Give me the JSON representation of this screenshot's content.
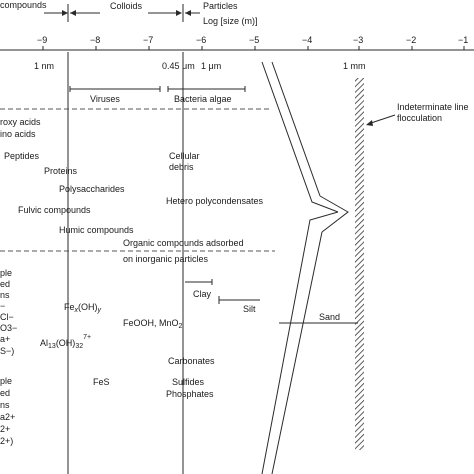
{
  "header": {
    "compounds": "compounds",
    "colloids": "Colloids",
    "particles": "Particles",
    "axis_title": "Log [size (m)]",
    "ticks": [
      "−9",
      "−8",
      "−7",
      "−6",
      "−5",
      "−4",
      "−3",
      "−2",
      "−1"
    ],
    "size_1nm": "1 nm",
    "size_045um": "0.45 μm",
    "size_1um": "1 μm",
    "size_1mm": "1 mm"
  },
  "ranges": {
    "viruses": "Viruses",
    "bacteria_algae": "Bacteria algae",
    "clay": "Clay",
    "silt": "Silt",
    "sand": "Sand"
  },
  "indeterminate": {
    "line1": "Indeterminate line",
    "line2": "flocculation"
  },
  "organic": {
    "hydroxy_acids": "roxy acids",
    "amino_acids": "ino acids",
    "peptides": "Peptides",
    "proteins": "Proteins",
    "polysaccharides": "Polysaccharides",
    "fulvic": "Fulvic compounds",
    "humic": "Humic compounds",
    "cellular_debris_1": "Cellular",
    "cellular_debris_2": "debris",
    "hetero_poly": "Hetero polycondensates",
    "adsorbed_1": "Organic compounds adsorbed",
    "adsorbed_2": "on inorganic particles"
  },
  "inorganic": {
    "left_fragments_upper": [
      "ple",
      "ed",
      "ns",
      "−",
      "Cl−",
      "O3−",
      "a+",
      "S−)"
    ],
    "left_fragments_lower": [
      "ple",
      "ed",
      "ns",
      "a2+",
      "2+",
      "2+)"
    ],
    "fe_oh_prefix": "Fe",
    "fe_oh_sub": "x",
    "fe_oh_mid": "(OH)",
    "fe_oh_sub2": "y",
    "feooh": "FeOOH, MnO",
    "feooh_sub": "2",
    "al_prefix": "Al",
    "al_sub1": "13",
    "al_mid": "(OH)",
    "al_sub2": "32",
    "al_sup": "7+",
    "carbonates": "Carbonates",
    "fes": "FeS",
    "sulfides": "Sulfides",
    "phosphates": "Phosphates"
  }
}
